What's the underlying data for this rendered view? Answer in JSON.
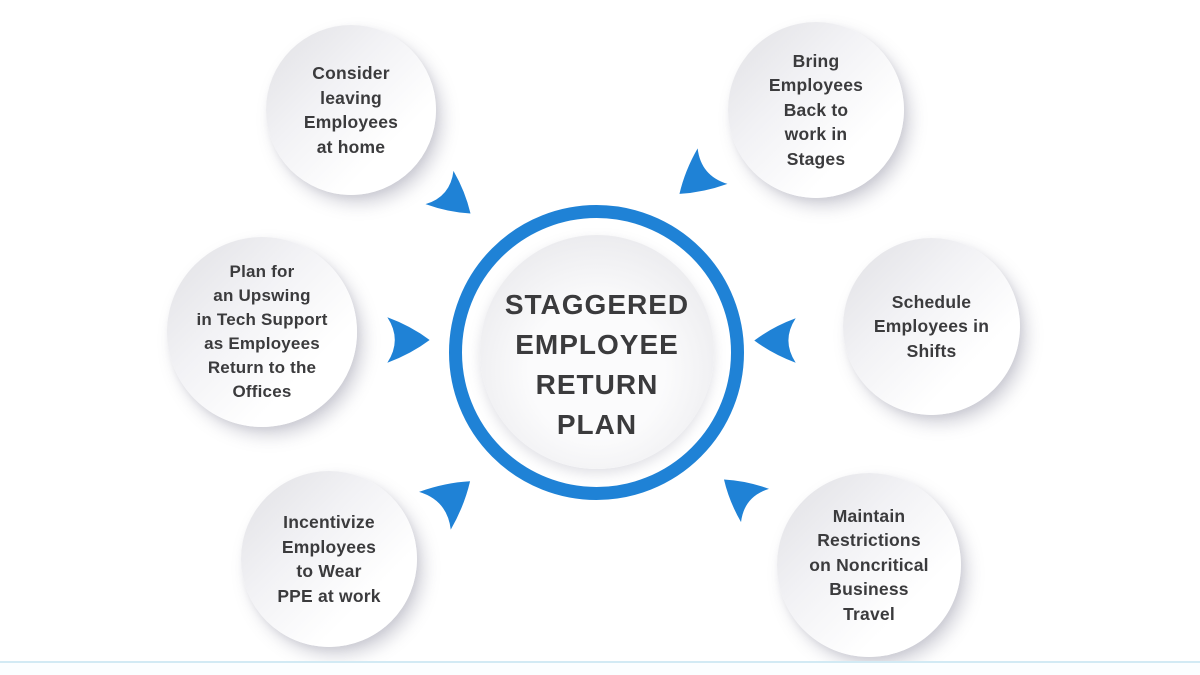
{
  "hub": {
    "title_lines": [
      "STAGGERED",
      "EMPLOYEE",
      "RETURN",
      "PLAN"
    ]
  },
  "satellites": [
    {
      "id": "consider-leaving-employees-at-home",
      "lines": [
        "Consider",
        "leaving",
        "Employees",
        "at home"
      ]
    },
    {
      "id": "bring-employees-back-in-stages",
      "lines": [
        "Bring",
        "Employees",
        "Back to",
        "work in",
        "Stages"
      ]
    },
    {
      "id": "plan-tech-support-upswing",
      "lines": [
        "Plan for",
        "an Upswing",
        "in Tech Support",
        "as Employees",
        "Return to the",
        "Offices"
      ]
    },
    {
      "id": "schedule-employees-in-shifts",
      "lines": [
        "Schedule",
        "Employees in",
        "Shifts"
      ]
    },
    {
      "id": "incentivize-ppe-at-work",
      "lines": [
        "Incentivize",
        "Employees",
        "to Wear",
        "PPE at work"
      ]
    },
    {
      "id": "maintain-travel-restrictions",
      "lines": [
        "Maintain",
        "Restrictions",
        "on Noncritical",
        "Business",
        "Travel"
      ]
    }
  ],
  "colors": {
    "accent": "#1F82D6",
    "ink": "#3B3B3D",
    "strip_line": "#D2EAF4",
    "strip_bg": "#FBFEFF"
  }
}
